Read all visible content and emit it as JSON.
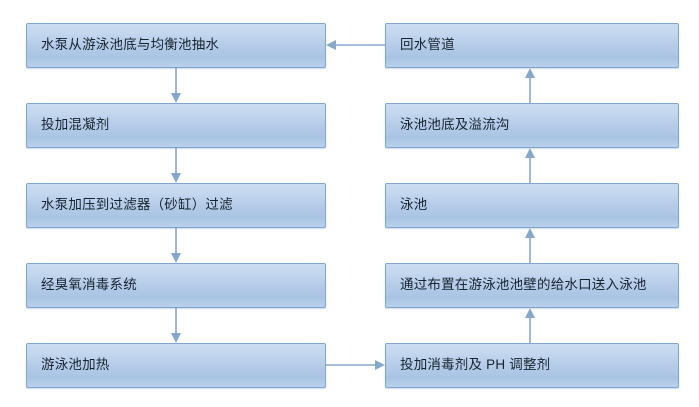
{
  "diagram": {
    "title": "swimming-pool-water-treatment-flowchart",
    "background_color": "#ffffff",
    "node_fill_top": "#cadcf0",
    "node_fill_bottom": "#a9c4e4",
    "node_border_color": "#7da7d0",
    "connector_color": "#85a9cd",
    "text_color": "#16242f",
    "left_column": [
      {
        "id": "n1",
        "label": "水泵从游泳池底与均衡池抽水"
      },
      {
        "id": "n2",
        "label": "投加混凝剂"
      },
      {
        "id": "n3",
        "label": "水泵加压到过滤器（砂缸）过滤"
      },
      {
        "id": "n4",
        "label": "经臭氧消毒系统"
      },
      {
        "id": "n5",
        "label": "游泳池加热"
      }
    ],
    "right_column": [
      {
        "id": "r1",
        "label": "回水管道"
      },
      {
        "id": "r2",
        "label": "泳池池底及溢流沟"
      },
      {
        "id": "r3",
        "label": "泳池"
      },
      {
        "id": "r4",
        "label": "通过布置在游泳池池壁的给水口送入泳池"
      },
      {
        "id": "r5",
        "label": "投加消毒剂及 PH 调整剂"
      }
    ],
    "connectors": [
      {
        "from": "n1",
        "to": "n2",
        "direction": "down"
      },
      {
        "from": "n2",
        "to": "n3",
        "direction": "down"
      },
      {
        "from": "n3",
        "to": "n4",
        "direction": "down"
      },
      {
        "from": "n4",
        "to": "n5",
        "direction": "down"
      },
      {
        "from": "n5",
        "to": "r5",
        "direction": "right"
      },
      {
        "from": "r5",
        "to": "r4",
        "direction": "up"
      },
      {
        "from": "r4",
        "to": "r3",
        "direction": "up"
      },
      {
        "from": "r3",
        "to": "r2",
        "direction": "up"
      },
      {
        "from": "r2",
        "to": "r1",
        "direction": "up"
      },
      {
        "from": "r1",
        "to": "n1",
        "direction": "left"
      }
    ]
  }
}
